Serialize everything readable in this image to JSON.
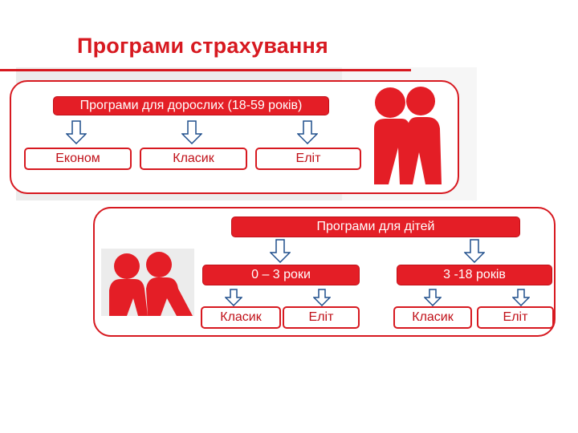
{
  "title": "Програми страхування",
  "adults": {
    "header": "Програми для дорослих (18-59 років)",
    "options": [
      "Економ",
      "Класик",
      "Еліт"
    ]
  },
  "children": {
    "header": "Програми для дітей",
    "age_groups": [
      {
        "label": "0 – 3 роки",
        "options": [
          "Класик",
          "Еліт"
        ]
      },
      {
        "label": "3 -18 років",
        "options": [
          "Класик",
          "Еліт"
        ]
      }
    ]
  },
  "colors": {
    "accent": "#d71920",
    "box_fill": "#e41e26",
    "panel_bg": "#ececec"
  },
  "icons": [
    "down-arrow-icon",
    "people-adults-icon",
    "people-children-icon"
  ]
}
